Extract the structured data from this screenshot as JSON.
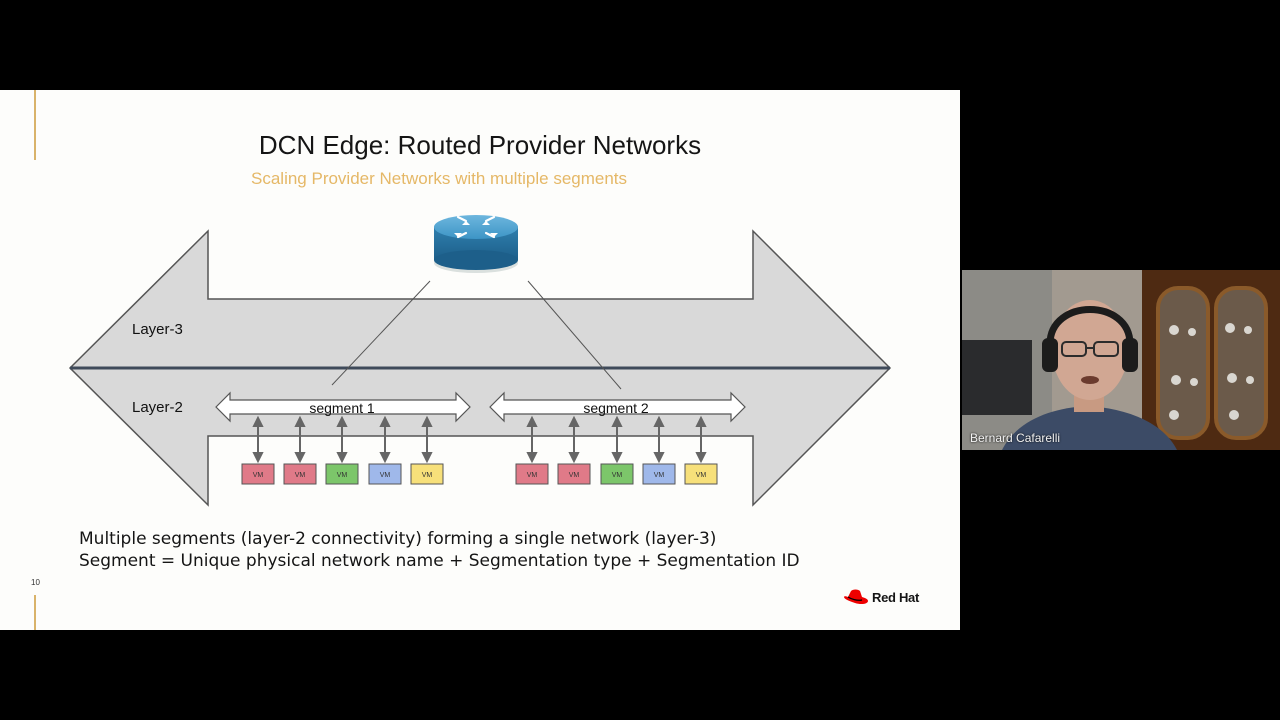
{
  "slide": {
    "title": "DCN Edge: Routed Provider Networks",
    "subtitle": "Scaling Provider Networks with multiple segments",
    "page_number": "10",
    "footer": {
      "line1": "Multiple segments (layer-2 connectivity) forming a single network (layer-3)",
      "line2": "Segment = Unique physical network name + Segmentation type + Segmentation ID"
    },
    "brand": "Red Hat",
    "colors": {
      "accent": "#e5b867",
      "arrow_fill": "#d9d9d9",
      "divider": "#3f4a5a",
      "router": "#3a8fc0"
    }
  },
  "diagram": {
    "layer3_label": "Layer-3",
    "layer2_label": "Layer-2",
    "router_icon": "router-icon",
    "segments": [
      {
        "label": "segment 1",
        "vms": [
          {
            "label": "VM",
            "color": "#e07a88"
          },
          {
            "label": "VM",
            "color": "#e07a88"
          },
          {
            "label": "VM",
            "color": "#7cc66a"
          },
          {
            "label": "VM",
            "color": "#9fb8ea"
          },
          {
            "label": "VM",
            "color": "#f7e07a"
          }
        ]
      },
      {
        "label": "segment 2",
        "vms": [
          {
            "label": "VM",
            "color": "#e07a88"
          },
          {
            "label": "VM",
            "color": "#e07a88"
          },
          {
            "label": "VM",
            "color": "#7cc66a"
          },
          {
            "label": "VM",
            "color": "#9fb8ea"
          },
          {
            "label": "VM",
            "color": "#f7e07a"
          }
        ]
      }
    ]
  },
  "webcam": {
    "participant_name": "Bernard Cafarelli"
  }
}
